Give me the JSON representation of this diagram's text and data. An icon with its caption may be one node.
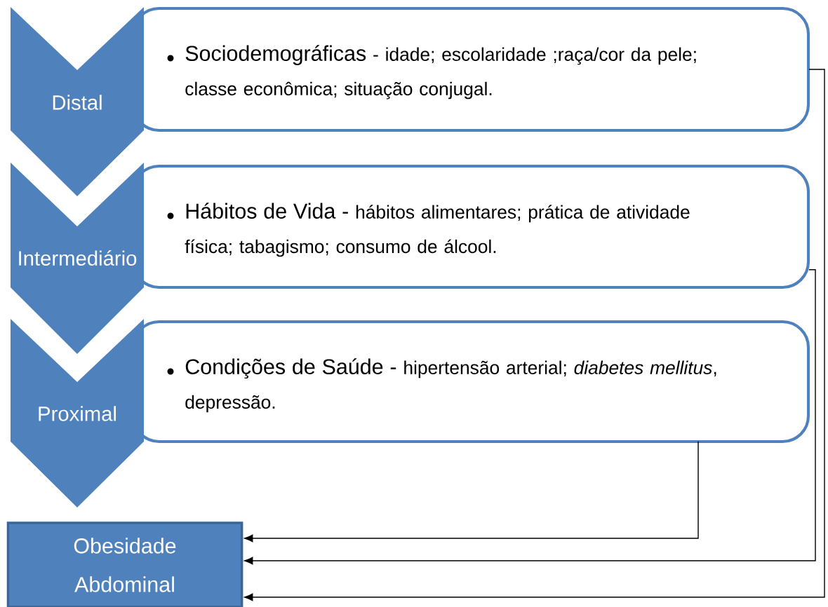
{
  "diagram": {
    "nodes": [
      {
        "text": [
          "Distal"
        ]
      },
      {
        "text": [
          "Sociodemográficas",
          "- idade; escolaridade ;raça/cor da pele; classe econômica; situação conjugal."
        ]
      },
      {
        "text": [
          "Intermediário"
        ]
      },
      {
        "text": [
          "Hábitos de Vida -",
          "hábitos alimentares; prática de atividade física; tabagismo; consumo de álcool."
        ]
      },
      {
        "text": [
          "Proximal"
        ]
      },
      {
        "text": [
          "Condições de Saúde -",
          "hipertensão arterial; *diabetes mellitus*, depressão."
        ]
      },
      {
        "text": [
          "Obesidade Abdominal"
        ]
      }
    ],
    "edges": [
      {
        "from": 5,
        "to": 6,
        "arrow": "to"
      },
      {
        "from": 3,
        "to": 6,
        "arrow": "to"
      },
      {
        "from": 1,
        "to": 6,
        "arrow": "to"
      }
    ]
  }
}
